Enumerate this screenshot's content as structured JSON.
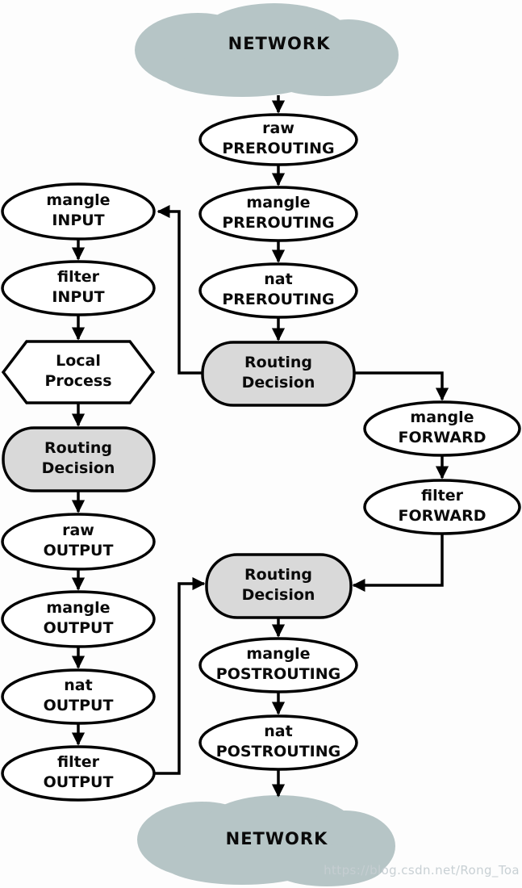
{
  "colors": {
    "background": "#fdfdfd",
    "cloud_fill": "#b6c5c6",
    "node_fill": "#ffffff",
    "decision_fill": "#d9d9d9",
    "line": "#000000",
    "watermark": "#c6ced2"
  },
  "nodes": {
    "network_top": {
      "label": "NETWORK"
    },
    "raw_prerouting": {
      "line1": "raw",
      "line2": "PREROUTING"
    },
    "mangle_prerouting": {
      "line1": "mangle",
      "line2": "PREROUTING"
    },
    "nat_prerouting": {
      "line1": "nat",
      "line2": "PREROUTING"
    },
    "routing_decision_1": {
      "line1": "Routing",
      "line2": "Decision"
    },
    "mangle_input": {
      "line1": "mangle",
      "line2": "INPUT"
    },
    "filter_input": {
      "line1": "filter",
      "line2": "INPUT"
    },
    "local_process": {
      "line1": "Local",
      "line2": "Process"
    },
    "routing_decision_2": {
      "line1": "Routing",
      "line2": "Decision"
    },
    "raw_output": {
      "line1": "raw",
      "line2": "OUTPUT"
    },
    "mangle_output": {
      "line1": "mangle",
      "line2": "OUTPUT"
    },
    "nat_output": {
      "line1": "nat",
      "line2": "OUTPUT"
    },
    "filter_output": {
      "line1": "filter",
      "line2": "OUTPUT"
    },
    "mangle_forward": {
      "line1": "mangle",
      "line2": "FORWARD"
    },
    "filter_forward": {
      "line1": "filter",
      "line2": "FORWARD"
    },
    "routing_decision_3": {
      "line1": "Routing",
      "line2": "Decision"
    },
    "mangle_postrouting": {
      "line1": "mangle",
      "line2": "POSTROUTING"
    },
    "nat_postrouting": {
      "line1": "nat",
      "line2": "POSTROUTING"
    },
    "network_bottom": {
      "label": "NETWORK"
    }
  },
  "watermark": {
    "text": "https://blog.csdn.net/Rong_Toa"
  }
}
